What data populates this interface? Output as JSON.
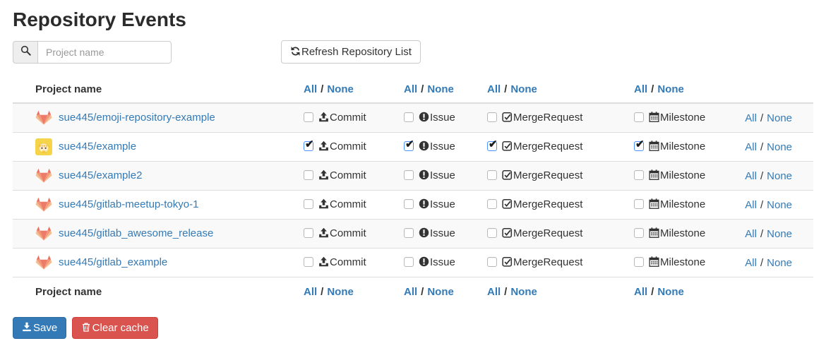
{
  "page": {
    "title": "Repository Events"
  },
  "toolbar": {
    "search_placeholder": "Project name",
    "refresh_button_label": "Refresh Repository List"
  },
  "table": {
    "project_column_label": "Project name",
    "links": {
      "all": "All",
      "none": "None",
      "separator": "/"
    },
    "event_types": [
      {
        "key": "commit",
        "label": "Commit",
        "icon": "upload-icon"
      },
      {
        "key": "issue",
        "label": "Issue",
        "icon": "exclamation-circle-icon"
      },
      {
        "key": "merge_request",
        "label": "MergeRequest",
        "icon": "check-square-icon"
      },
      {
        "key": "milestone",
        "label": "Milestone",
        "icon": "calendar-icon"
      }
    ],
    "rows": [
      {
        "name": "sue445/emoji-repository-example",
        "avatar": "gitlab-tanuki",
        "events": {
          "commit": false,
          "issue": false,
          "merge_request": false,
          "milestone": false
        }
      },
      {
        "name": "sue445/example",
        "avatar": "user-avatar",
        "events": {
          "commit": true,
          "issue": true,
          "merge_request": true,
          "milestone": true
        }
      },
      {
        "name": "sue445/example2",
        "avatar": "gitlab-tanuki",
        "events": {
          "commit": false,
          "issue": false,
          "merge_request": false,
          "milestone": false
        }
      },
      {
        "name": "sue445/gitlab-meetup-tokyo-1",
        "avatar": "gitlab-tanuki",
        "events": {
          "commit": false,
          "issue": false,
          "merge_request": false,
          "milestone": false
        }
      },
      {
        "name": "sue445/gitlab_awesome_release",
        "avatar": "gitlab-tanuki",
        "events": {
          "commit": false,
          "issue": false,
          "merge_request": false,
          "milestone": false
        }
      },
      {
        "name": "sue445/gitlab_example",
        "avatar": "gitlab-tanuki",
        "events": {
          "commit": false,
          "issue": false,
          "merge_request": false,
          "milestone": false
        }
      }
    ]
  },
  "actions": {
    "save_label": "Save",
    "clear_cache_label": "Clear cache"
  },
  "colors": {
    "link_blue": "#337ab7",
    "save_button_bg": "#337ab7",
    "clear_cache_button_bg": "#d9534f",
    "stripe_row_bg": "#f9f9f9",
    "table_border": "#dddddd",
    "checked_checkbox_border": "#4d90fe"
  }
}
